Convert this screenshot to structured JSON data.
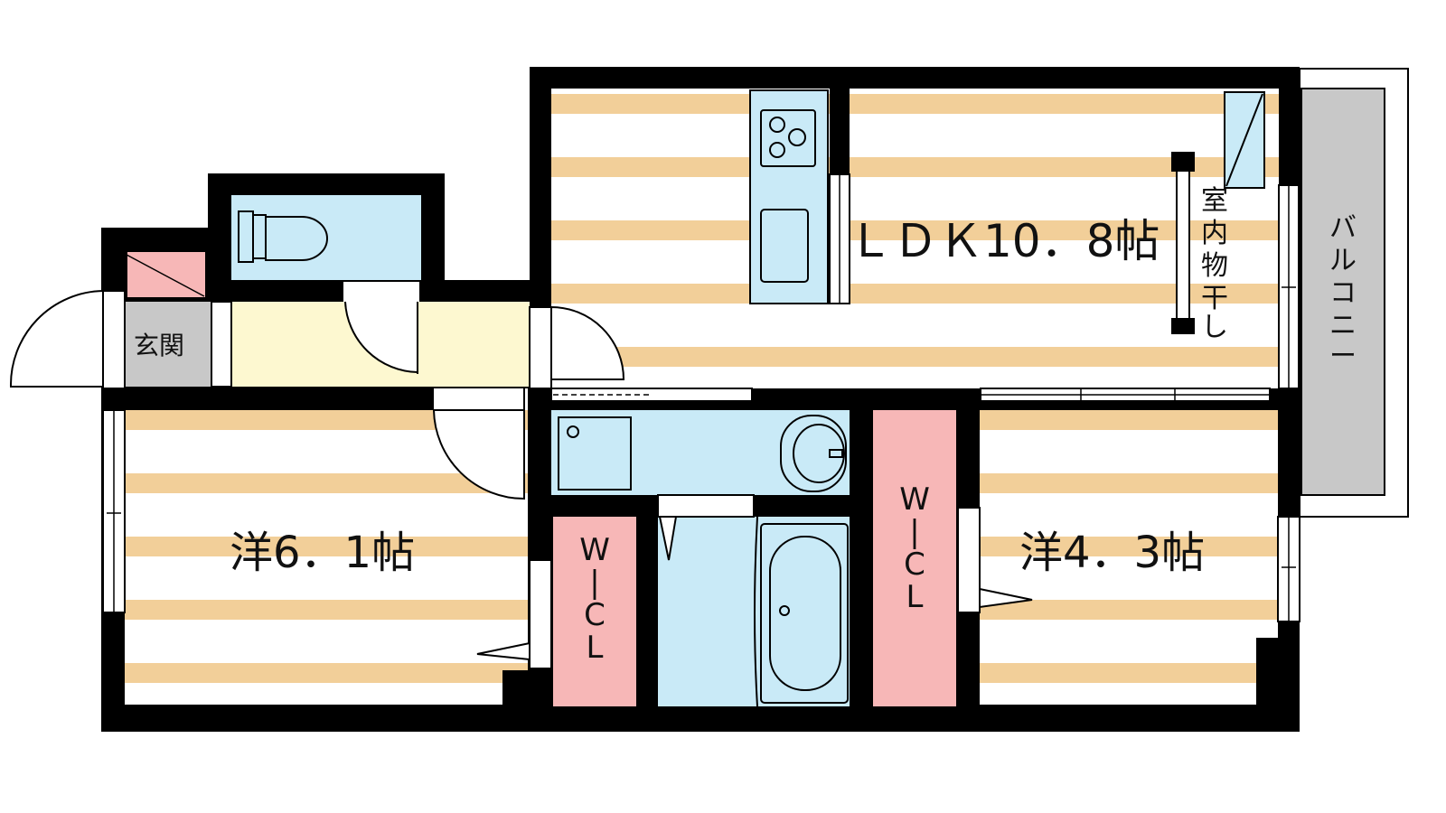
{
  "rooms": {
    "ldk": {
      "label": "ＬＤＫ10．8帖"
    },
    "west1": {
      "label": "洋6．1帖"
    },
    "west2": {
      "label": "洋4．3帖"
    },
    "entrance": {
      "label": "玄関"
    },
    "wcl_left": {
      "label": [
        "W",
        "|",
        "C",
        "L"
      ]
    },
    "wcl_right": {
      "label": [
        "W",
        "|",
        "C",
        "L"
      ]
    }
  },
  "drying_area": {
    "label": [
      "室",
      "内",
      "物",
      "干",
      "し"
    ]
  },
  "balcony": {
    "label": [
      "バ",
      "ル",
      "コ",
      "ニ",
      "ー"
    ]
  },
  "colors": {
    "wall": "#000000",
    "floor_stripe": "#f2cf99",
    "floor_base": "#ffffff",
    "corridor": "#fdf8d0",
    "wet_area": "#c9eaf7",
    "closet": "#f7b7b7",
    "entrance_floor": "#c8c8c8",
    "balcony": "#c8c8c8"
  }
}
